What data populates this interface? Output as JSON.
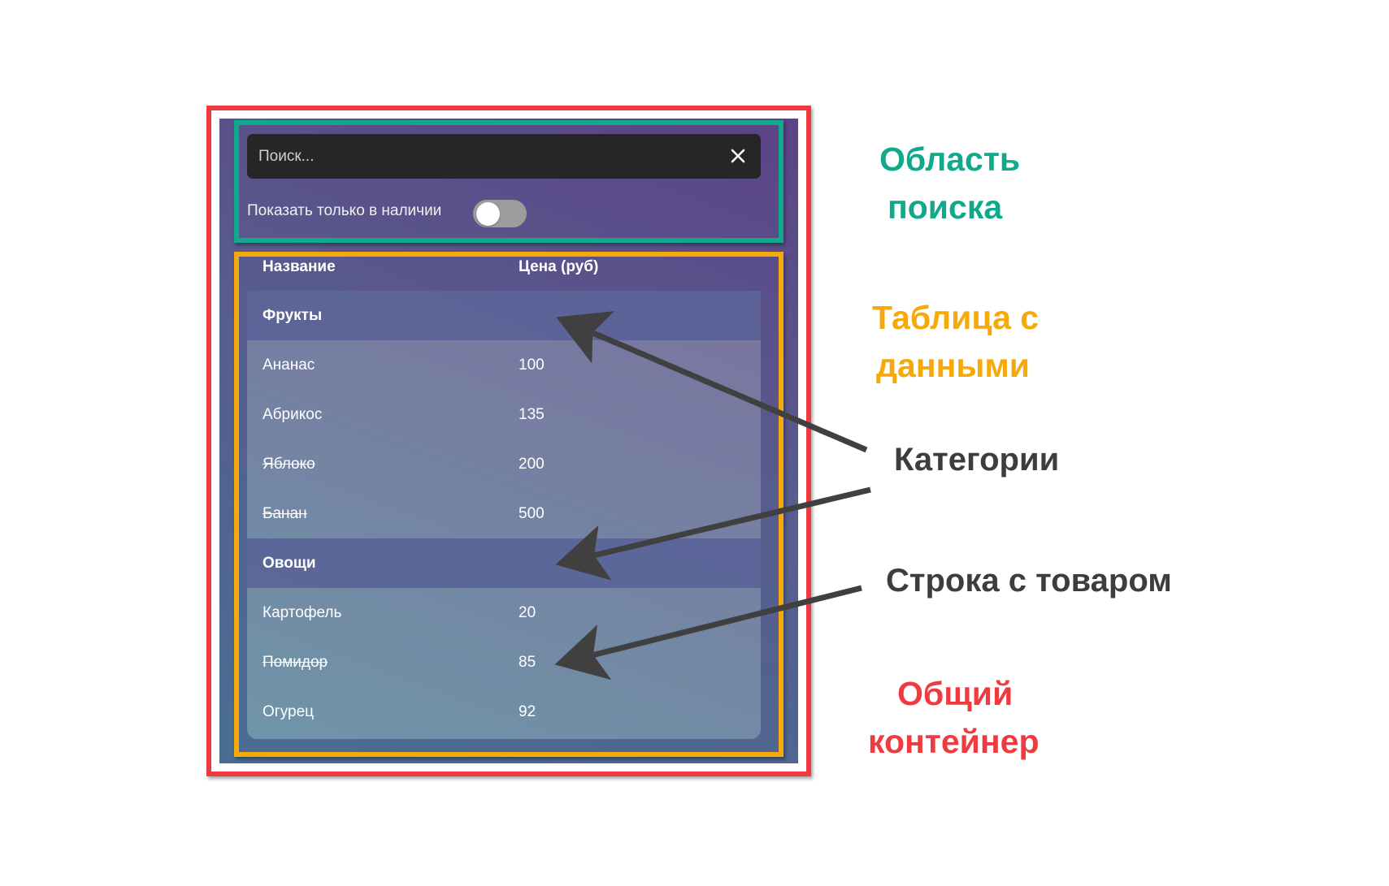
{
  "search": {
    "placeholder": "Поиск...",
    "value": "",
    "clear_icon": "close-icon"
  },
  "filter": {
    "in_stock_label": "Показать только в наличии",
    "in_stock_enabled": false
  },
  "table": {
    "headers": {
      "name": "Название",
      "price": "Цена (руб)"
    },
    "rows": [
      {
        "kind": "category",
        "name": "Фрукты",
        "price": ""
      },
      {
        "kind": "product",
        "name": "Ананас",
        "price": "100",
        "in_stock": true
      },
      {
        "kind": "product",
        "name": "Абрикос",
        "price": "135",
        "in_stock": true
      },
      {
        "kind": "product",
        "name": "Яблоко",
        "price": "200",
        "in_stock": false
      },
      {
        "kind": "product",
        "name": "Банан",
        "price": "500",
        "in_stock": false
      },
      {
        "kind": "category",
        "name": "Овощи",
        "price": ""
      },
      {
        "kind": "product",
        "name": "Картофель",
        "price": "20",
        "in_stock": true
      },
      {
        "kind": "product",
        "name": "Помидор",
        "price": "85",
        "in_stock": false
      },
      {
        "kind": "product",
        "name": "Огурец",
        "price": "92",
        "in_stock": true
      }
    ]
  },
  "annotations": {
    "search_area": [
      "Область",
      "поиска"
    ],
    "data_table": [
      "Таблица с",
      "данными"
    ],
    "categories": "Категории",
    "product_row": "Строка с товаром",
    "container": [
      "Общий",
      "контейнер"
    ]
  },
  "colors": {
    "container_frame": "#ef3b3f",
    "search_frame": "#11a98b",
    "table_frame": "#f5a90a",
    "annotation_dark": "#3d3d3d"
  }
}
